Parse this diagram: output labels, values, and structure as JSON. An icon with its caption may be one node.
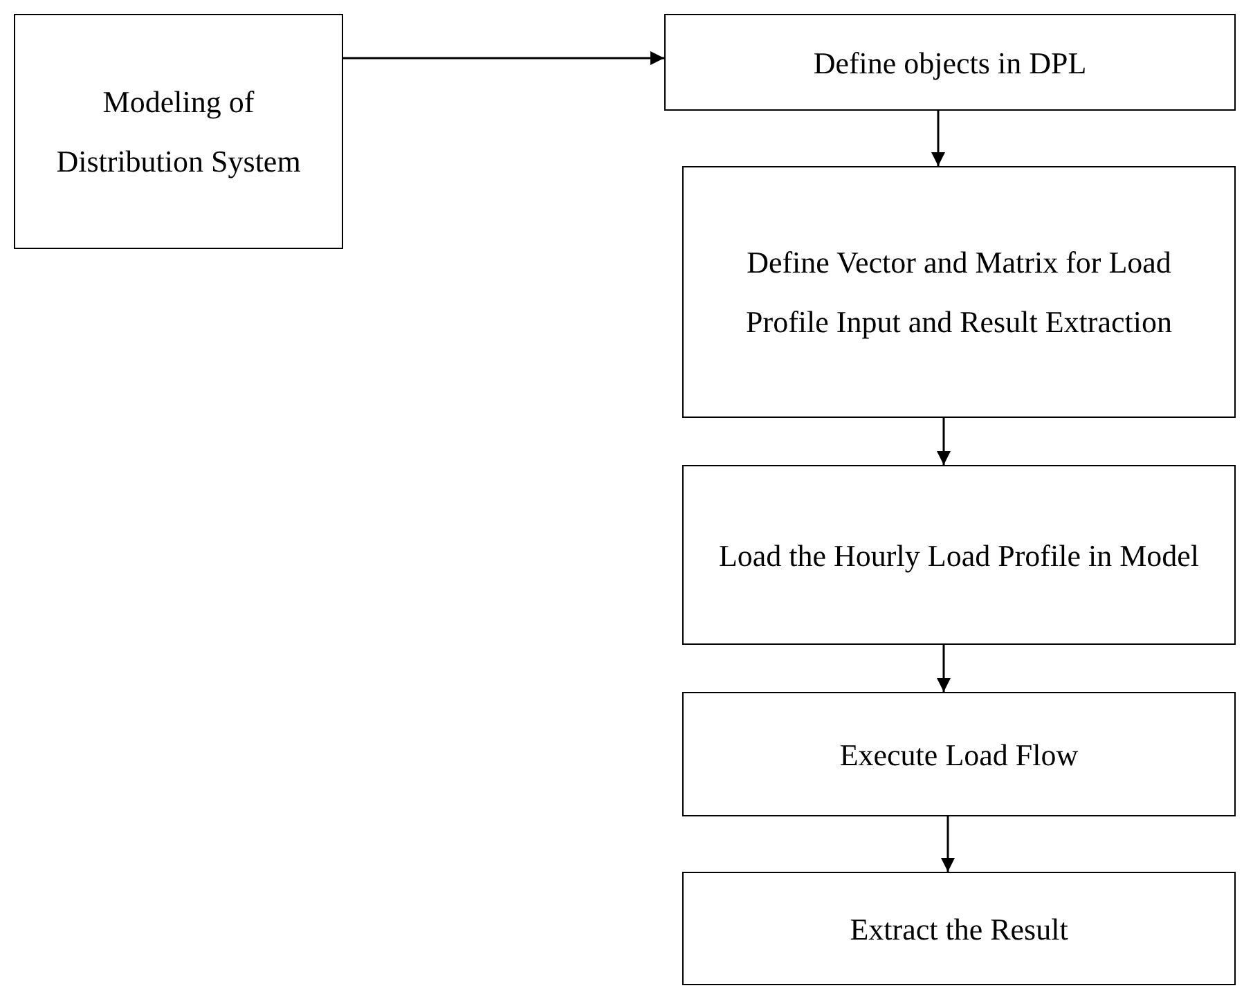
{
  "diagram": {
    "nodes": [
      {
        "text": [
          "Modeling of Distribution System"
        ]
      },
      {
        "text": [
          "Define objects in DPL"
        ]
      },
      {
        "text": [
          "Define Vector and Matrix for Load Profile Input and Result Extraction"
        ]
      },
      {
        "text": [
          "Load the Hourly Load Profile in Model"
        ]
      },
      {
        "text": [
          "Execute Load Flow"
        ]
      },
      {
        "text": [
          "Extract the Result"
        ]
      }
    ],
    "edges": [
      {
        "from": 0,
        "to": 1,
        "arrow": "to"
      },
      {
        "from": 1,
        "to": 2,
        "arrow": "to"
      },
      {
        "from": 2,
        "to": 3,
        "arrow": "to"
      },
      {
        "from": 3,
        "to": 4,
        "arrow": "to"
      },
      {
        "from": 4,
        "to": 5,
        "arrow": "to"
      }
    ]
  }
}
